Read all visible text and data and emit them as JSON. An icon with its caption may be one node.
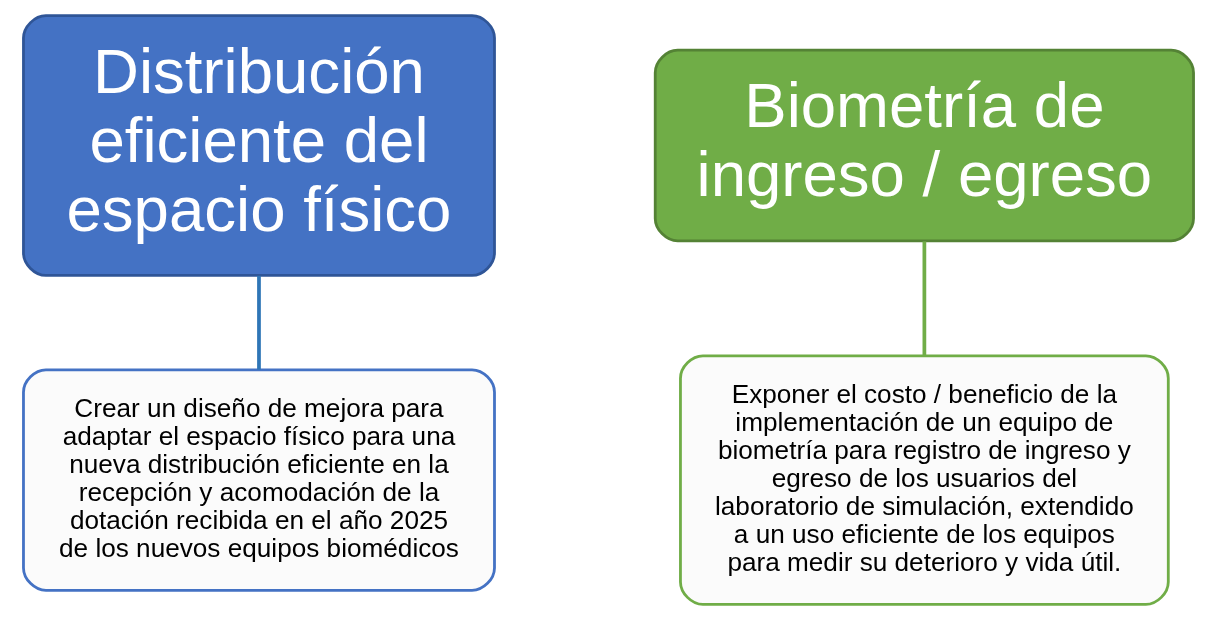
{
  "diagram": {
    "nodes": [
      {
        "text": [
          "Distribución eficiente del espacio físico"
        ]
      },
      {
        "text": [
          "Crear un diseño de mejora para adaptar el espacio físico para una nueva distribución eficiente en la recepción y acomodación de la dotación recibida en el año 2025 de los nuevos equipos biomédicos"
        ]
      },
      {
        "text": [
          "Biometría de ingreso / egreso"
        ]
      },
      {
        "text": [
          "Exponer el costo / beneficio de la implementación de un equipo de biometría para registro de ingreso y egreso de los usuarios del laboratorio de simulación, extendido a un uso eficiente de los equipos para medir su deterioro y vida útil."
        ]
      }
    ],
    "edges": [
      {
        "from": 0,
        "to": 1,
        "arrow": "none",
        "color": "#2e75b6"
      },
      {
        "from": 2,
        "to": 3,
        "arrow": "none",
        "color": "#70ad47"
      }
    ]
  }
}
